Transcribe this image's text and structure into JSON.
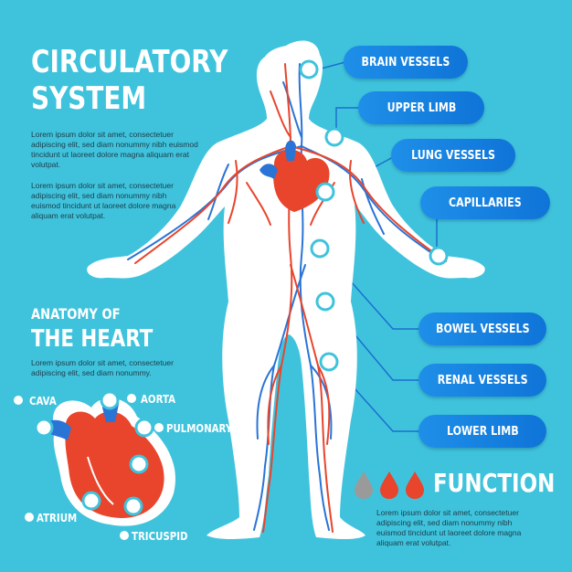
{
  "header": {
    "title_line1": "CIRCULATORY",
    "title_line2": "SYSTEM",
    "paragraph1": "Lorem ipsum dolor sit amet, consectetuer adipiscing elit, sed diam nonummy nibh euismod tincidunt ut laoreet dolore magna aliquam erat volutpat.",
    "paragraph2": "Lorem ipsum dolor sit amet, consectetuer adipiscing elit, sed diam nonummy nibh euismod tincidunt ut laoreet dolore magna aliquam erat volutpat."
  },
  "anatomy": {
    "title_line1": "ANATOMY OF",
    "title_line2": "THE HEART",
    "paragraph": "Lorem ipsum dolor sit amet, consectetuer adipiscing elit, sed diam nonummy.",
    "labels": {
      "cava": "CAVA",
      "aorta": "AORTA",
      "pulmonary": "PULMONARY",
      "atrium": "ATRIUM",
      "tricuspid": "TRICUSPID"
    }
  },
  "vessels": {
    "brain": "BRAIN VESSELS",
    "upper_limb": "UPPER LIMB",
    "lung": "LUNG VESSELS",
    "capillaries": "CAPILLARIES",
    "bowel": "BOWEL VESSELS",
    "renal": "RENAL VESSELS",
    "lower_limb": "LOWER LIMB"
  },
  "function": {
    "title": "FUNCTION",
    "paragraph": "Lorem ipsum dolor sit amet, consectetuer adipiscing elit, sed diam nonummy nibh euismod tincidunt ut laoreet dolore magna aliquam erat volutpat."
  },
  "colors": {
    "background": "#3fc3dc",
    "pill": "#1e8fe8",
    "artery": "#e8452c",
    "vein": "#2a74d6",
    "body": "#ffffff",
    "drop_gray": "#9a9a9a"
  }
}
